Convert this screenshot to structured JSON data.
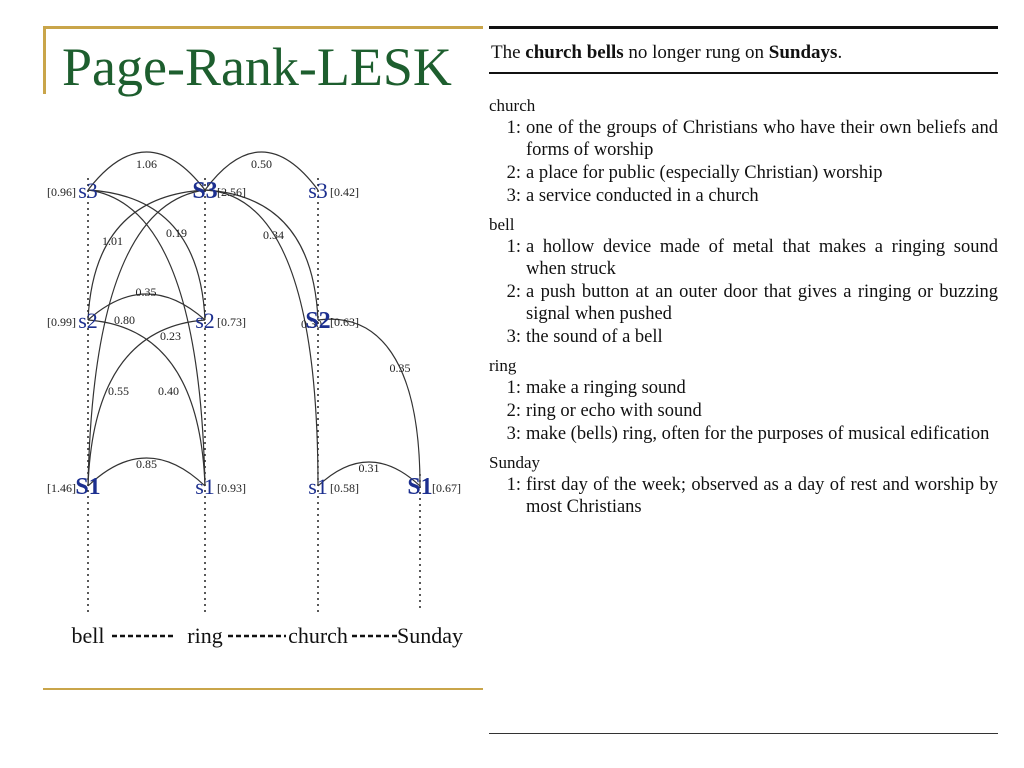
{
  "slide": {
    "title": "Page-Rank-LESK"
  },
  "graph": {
    "words": [
      "bell",
      "ring",
      "church",
      "Sunday"
    ],
    "senses": [
      {
        "id": "bell-s3",
        "label": "s3",
        "score": "[0.96]"
      },
      {
        "id": "bell-s2",
        "label": "s2",
        "score": "[0.99]"
      },
      {
        "id": "bell-s1",
        "label": "S1",
        "score": "[1.46]"
      },
      {
        "id": "ring-s3",
        "label": "S3",
        "score": "[2.56]"
      },
      {
        "id": "ring-s2",
        "label": "s2",
        "score": "[0.73]"
      },
      {
        "id": "ring-s1",
        "label": "s1",
        "score": "[0.93]"
      },
      {
        "id": "church-s3",
        "label": "s3",
        "score": "[0.42]"
      },
      {
        "id": "church-s2",
        "label": "S2",
        "score": "[0.63]"
      },
      {
        "id": "church-s1",
        "label": "s1",
        "score": "[0.58]"
      },
      {
        "id": "sunday-s1",
        "label": "S1",
        "score": "[0.67]"
      }
    ],
    "edges": [
      {
        "from": "bell-s3",
        "to": "ring-s3",
        "weight": "1.06"
      },
      {
        "from": "ring-s3",
        "to": "church-s3",
        "weight": "0.50"
      },
      {
        "from": "bell-s3",
        "to": "ring-s2",
        "weight": "0.19"
      },
      {
        "from": "ring-s3",
        "to": "church-s2",
        "weight": "0.34"
      },
      {
        "from": "bell-s3",
        "to": "ring-s1",
        "weight": "0.80"
      },
      {
        "from": "ring-s3",
        "to": "bell-s2",
        "weight": "1.01"
      },
      {
        "from": "ring-s3",
        "to": "church-s1",
        "weight": "0.30"
      },
      {
        "from": "bell-s2",
        "to": "ring-s2",
        "weight": "0.35"
      },
      {
        "from": "bell-s2",
        "to": "ring-s1",
        "weight": "0.55"
      },
      {
        "from": "bell-s1",
        "to": "ring-s2",
        "weight": "0.40"
      },
      {
        "from": "ring-s3",
        "to": "bell-s1",
        "weight": "0.23"
      },
      {
        "from": "church-s2",
        "to": "sunday-s1",
        "weight": "0.35"
      },
      {
        "from": "bell-s1",
        "to": "ring-s1",
        "weight": "0.85"
      },
      {
        "from": "church-s1",
        "to": "sunday-s1",
        "weight": "0.31"
      }
    ]
  },
  "glossary": {
    "sentence": {
      "t1": "The ",
      "b1": "church bells",
      "t2": " no longer rung on ",
      "b2": "Sundays",
      "t3": "."
    },
    "entries": [
      {
        "word": "church",
        "senses": [
          {
            "num": "1:",
            "text": "one of the groups of Christians who have their own beliefs and forms of worship"
          },
          {
            "num": "2:",
            "text": "a place for public (especially Christian) worship"
          },
          {
            "num": "3:",
            "text": "a service conducted in a church"
          }
        ]
      },
      {
        "word": "bell",
        "senses": [
          {
            "num": "1:",
            "text": "a hollow device made of metal that makes a ringing sound when struck"
          },
          {
            "num": "2:",
            "text": "a push button at an outer door that gives a ringing or buzzing signal when pushed"
          },
          {
            "num": "3:",
            "text": "the sound of a bell"
          }
        ]
      },
      {
        "word": "ring",
        "senses": [
          {
            "num": "1:",
            "text": "make a ringing sound"
          },
          {
            "num": "2:",
            "text": "ring or echo with sound"
          },
          {
            "num": "3:",
            "text": "make (bells) ring, often for the purposes of musical edification"
          }
        ]
      },
      {
        "word": "Sunday",
        "senses": [
          {
            "num": "1:",
            "text": "first day of the week; observed as a day of rest and worship by most Christians"
          }
        ]
      }
    ]
  },
  "colors": {
    "title": "#1d5e2e",
    "accent_line": "#c9a54a",
    "sense_label": "#1c2f8f"
  }
}
